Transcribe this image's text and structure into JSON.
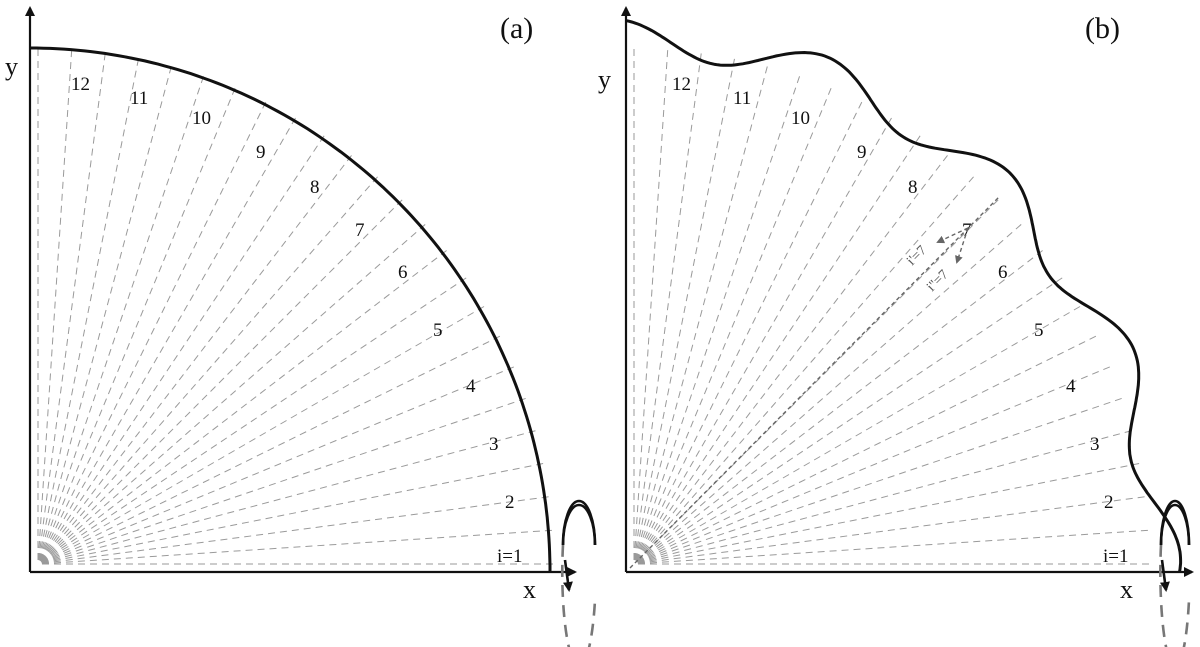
{
  "panels": [
    {
      "label": "(a)",
      "x_axis_label": "x",
      "y_axis_label": "y",
      "sector_labels": [
        "i=1",
        "2",
        "3",
        "4",
        "5",
        "6",
        "7",
        "8",
        "9",
        "10",
        "11",
        "12"
      ]
    },
    {
      "label": "(b)",
      "x_axis_label": "x",
      "y_axis_label": "y",
      "sector_labels": [
        "i=1",
        "2",
        "3",
        "4",
        "5",
        "6",
        "7",
        "8",
        "9",
        "10",
        "11",
        "12"
      ],
      "annotation_labels": [
        "i'=7",
        "i''=7"
      ]
    }
  ],
  "colors": {
    "boundary": "#111111",
    "radial_lines": "#9a9a9a",
    "annotation": "#666666"
  }
}
